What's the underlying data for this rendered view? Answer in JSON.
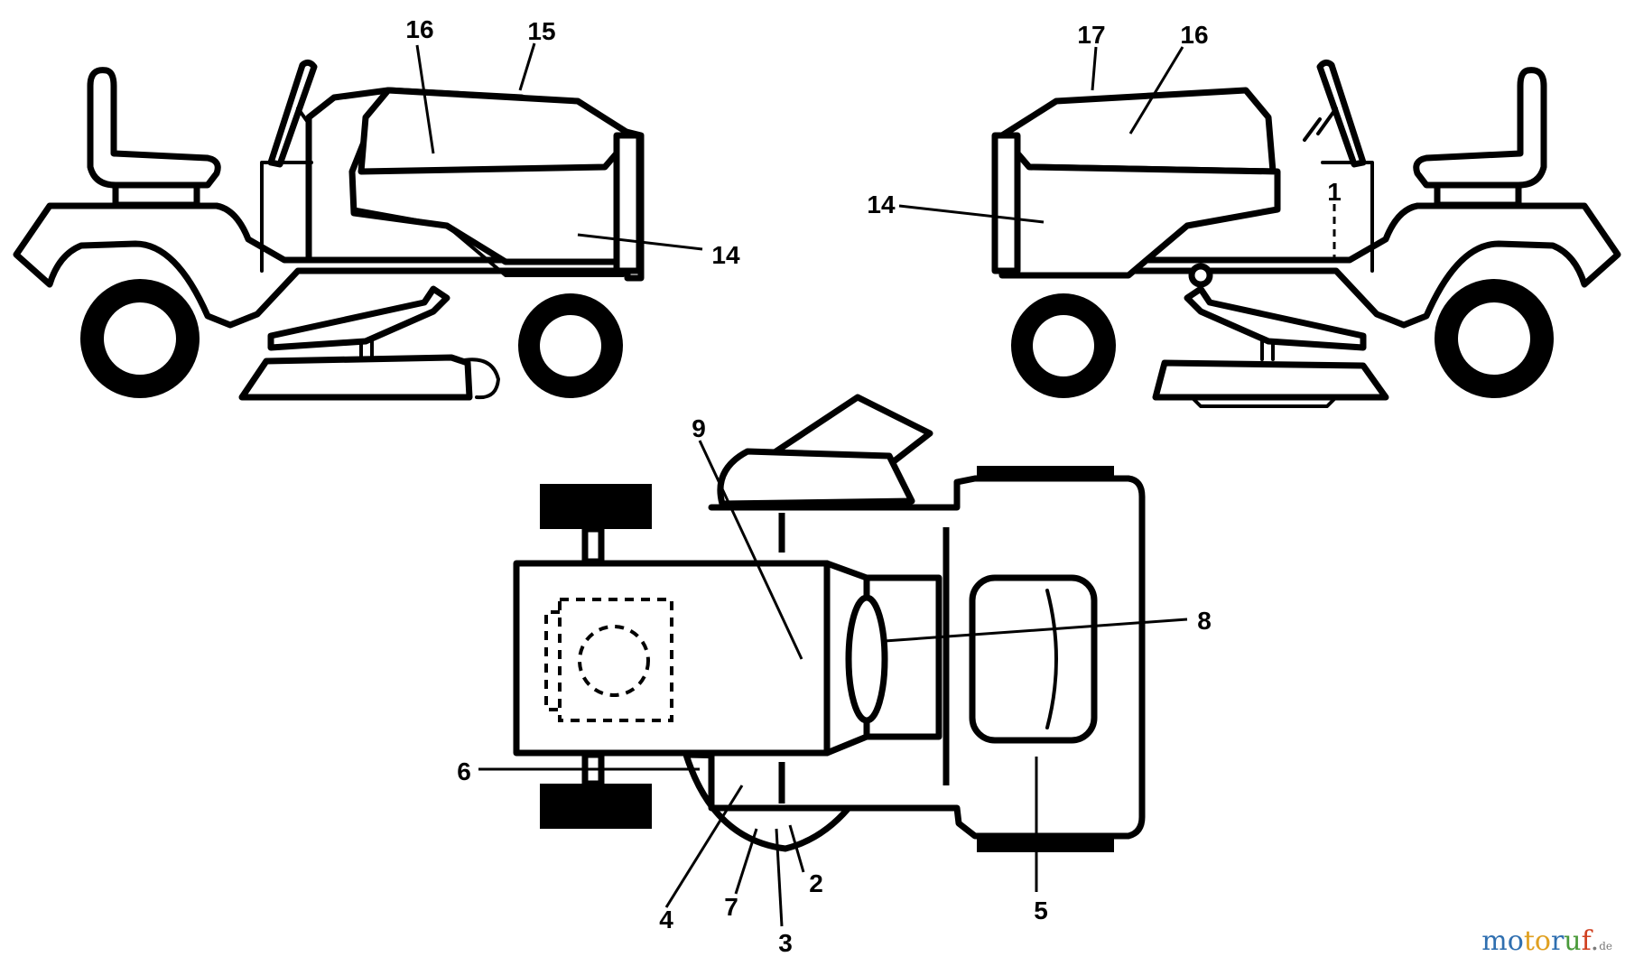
{
  "callouts": {
    "c1": "1",
    "c2": "2",
    "c3": "3",
    "c4": "4",
    "c5": "5",
    "c6": "6",
    "c7": "7",
    "c8": "8",
    "c9": "9",
    "c14a": "14",
    "c14b": "14",
    "c15": "15",
    "c16a": "16",
    "c16b": "16",
    "c17": "17"
  },
  "watermark": {
    "p1": "mo",
    "p2": "to",
    "p3": "r",
    "p4": "u",
    "p5": "f",
    "p6": ".",
    "p7": "de"
  }
}
